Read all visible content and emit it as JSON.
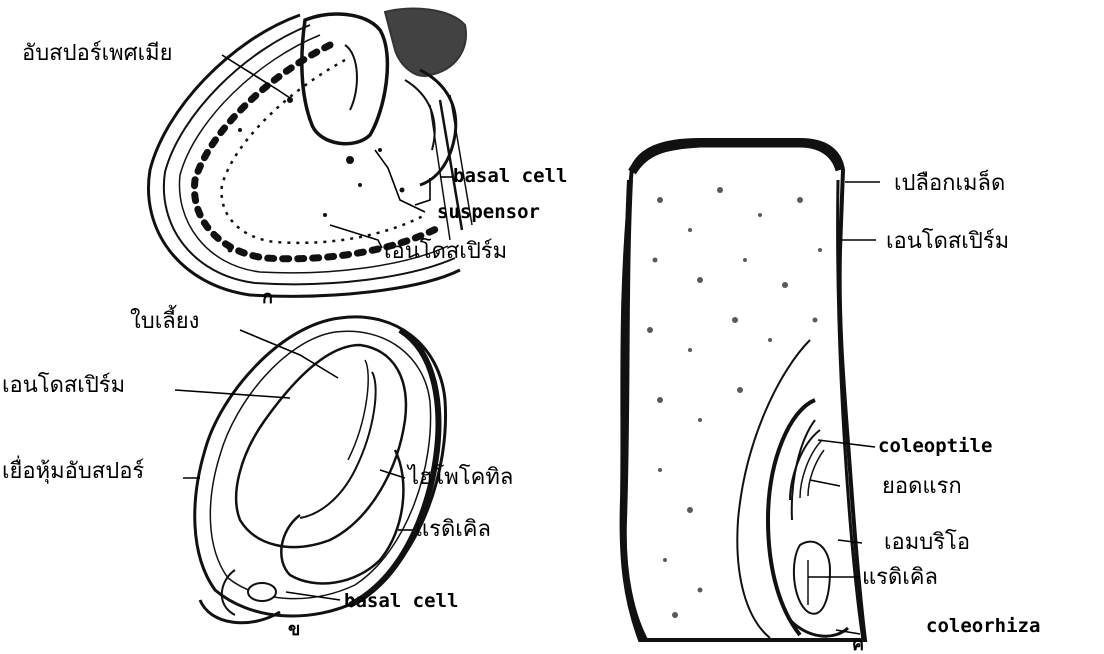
{
  "figure": {
    "panel_a": {
      "letter": "ก",
      "labels": {
        "embryo_sac": "อับสปอร์เพศเมีย",
        "basal_cell": "basal cell",
        "suspensor": "suspensor",
        "endosperm": "เอนโดสเปิร์ม"
      }
    },
    "panel_b": {
      "letter": "ข",
      "labels": {
        "cotyledon": "ใบเลี้ยง",
        "endosperm": "เอนโดสเปิร์ม",
        "integument": "เยื่อหุ้มอับสปอร์",
        "hypocotyl": "ไฮโพโคทิล",
        "radicle": "แรดิเคิล",
        "basal_cell": "basal cell"
      }
    },
    "panel_c": {
      "letter": "ค",
      "labels": {
        "seed_coat": "เปลือกเมล็ด",
        "endosperm": "เอนโดสเปิร์ม",
        "coleoptile": "coleoptile",
        "plumule": "ยอดแรก",
        "embryo": "เอมบริโอ",
        "radicle": "แรดิเคิล",
        "coleorhiza": "coleorhiza"
      }
    }
  }
}
